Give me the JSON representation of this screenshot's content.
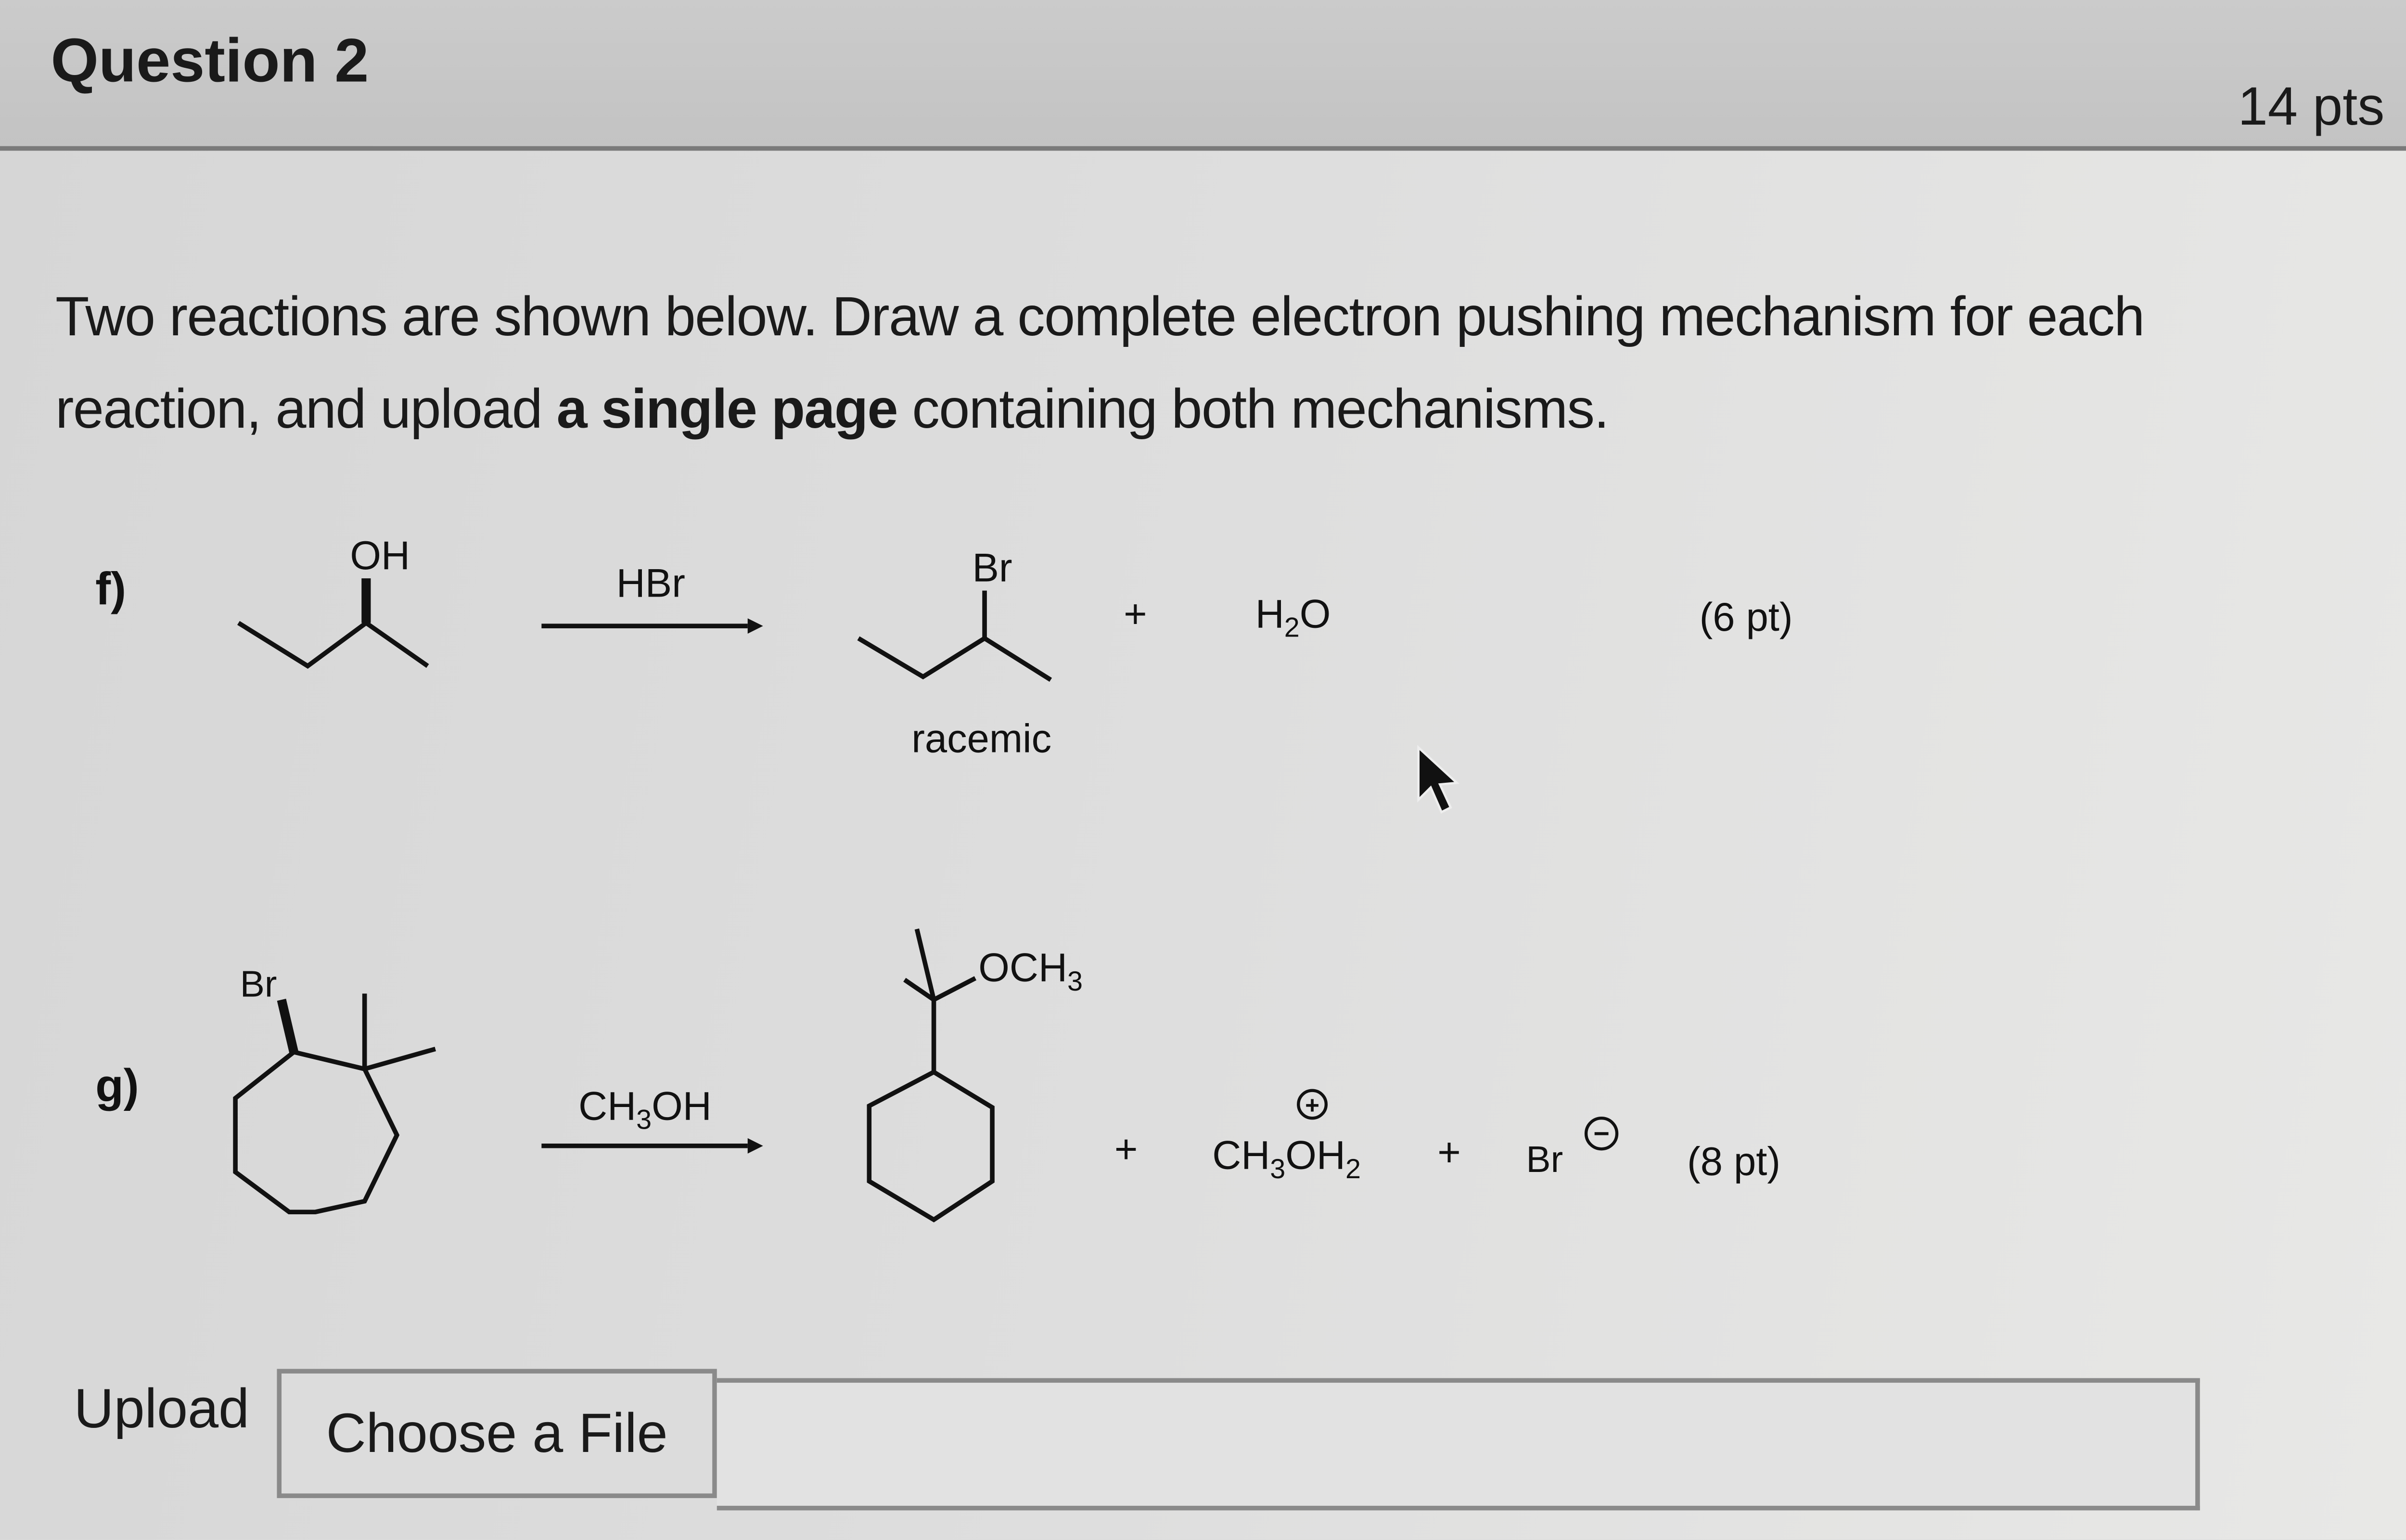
{
  "question": {
    "title": "Question 2",
    "points": "14 pts"
  },
  "prompt": {
    "part1": "Two reactions are shown below. Draw a complete electron pushing mechanism for each reaction, and upload ",
    "bold": "a single page",
    "part2": " containing both mechanisms."
  },
  "reaction_f": {
    "label": "f)",
    "reactant_group": "OH",
    "reagent": "HBr",
    "product_group": "Br",
    "product_note": "racemic",
    "plus": "+",
    "byproduct_main": "H",
    "byproduct_sub": "2",
    "byproduct_end": "O",
    "points": "(6 pt)"
  },
  "reaction_g": {
    "label": "g)",
    "reactant_group": "Br",
    "reagent_main": "CH",
    "reagent_sub": "3",
    "reagent_end": "OH",
    "product_group_main": "OCH",
    "product_group_sub": "3",
    "plus1": "+",
    "byproduct1_a": "CH",
    "byproduct1_sub1": "3",
    "byproduct1_b": "OH",
    "byproduct1_sub2": "2",
    "byproduct1_charge": "+",
    "plus2": "+",
    "byproduct2": "Br",
    "byproduct2_charge": "−",
    "points": "(8 pt)"
  },
  "upload": {
    "label": "Upload",
    "button": "Choose a File"
  }
}
